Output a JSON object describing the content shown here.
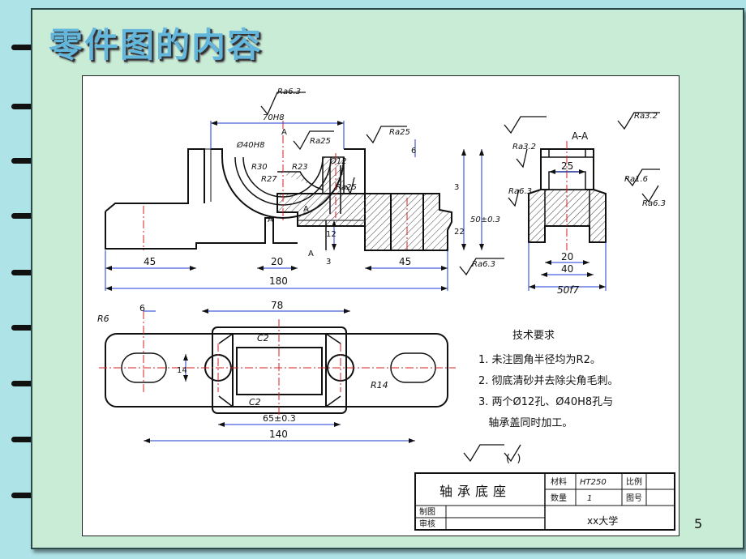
{
  "slide": {
    "title": "零件图的内容",
    "page_number": "5"
  },
  "drawing": {
    "front_view": {
      "dims": {
        "bore_fit": "70H8",
        "bore_dia": "Ø40H8",
        "r30": "R30",
        "r27": "R27",
        "r23": "R23",
        "hole12": "Ø12",
        "h6": "6",
        "h3a": "3",
        "h50": "50±0.3",
        "h22": "22",
        "h12": "12",
        "h3b": "3",
        "w45a": "45",
        "w20": "20",
        "w45b": "45",
        "w180": "180",
        "sec_a1": "A",
        "sec_a2": "A",
        "sec_a3": "A",
        "sec_a4": "A"
      },
      "roughness": {
        "top": "Ra6.3",
        "bore": "Ra25",
        "right": "Ra25",
        "slot": "Ra25",
        "bottom": "Ra6.3"
      }
    },
    "side_view": {
      "label": "A-A",
      "dims": {
        "w25": "25",
        "w20": "20",
        "w40": "40",
        "w50": "50f7"
      },
      "roughness": {
        "a": "Ra3.2",
        "b": "Ra3.2",
        "c": "Ra6.3",
        "d": "Ra1.6",
        "e": "Ra6.3"
      }
    },
    "top_view": {
      "dims": {
        "r6": "R6",
        "d6": "6",
        "d78": "78",
        "c2a": "C2",
        "c2b": "C2",
        "d14": "14",
        "r14": "R14",
        "d65": "65±0.3",
        "d140": "140"
      }
    },
    "tech_requirements": {
      "heading": "技术要求",
      "items": [
        "1. 未注圆角半径均为R2。",
        "2. 彻底清砂并去除尖角毛刺。",
        "3. 两个Ø12孔、Ø40H8孔与",
        "   轴承盖同时加工。"
      ],
      "roughness_note": "(  )"
    },
    "title_block": {
      "part_name": "轴承底座",
      "material_label": "材料",
      "material_value": "HT250",
      "scale_label": "比例",
      "qty_label": "数量",
      "qty_value": "1",
      "drawing_no_label": "图号",
      "drawn_label": "制图",
      "checked_label": "审核",
      "org": "xx大学"
    }
  },
  "colors": {
    "line": "#111111",
    "dim": "#1a3ad6",
    "center": "#d62020",
    "hatch": "#444444",
    "accent_title": "#64b7dc"
  }
}
